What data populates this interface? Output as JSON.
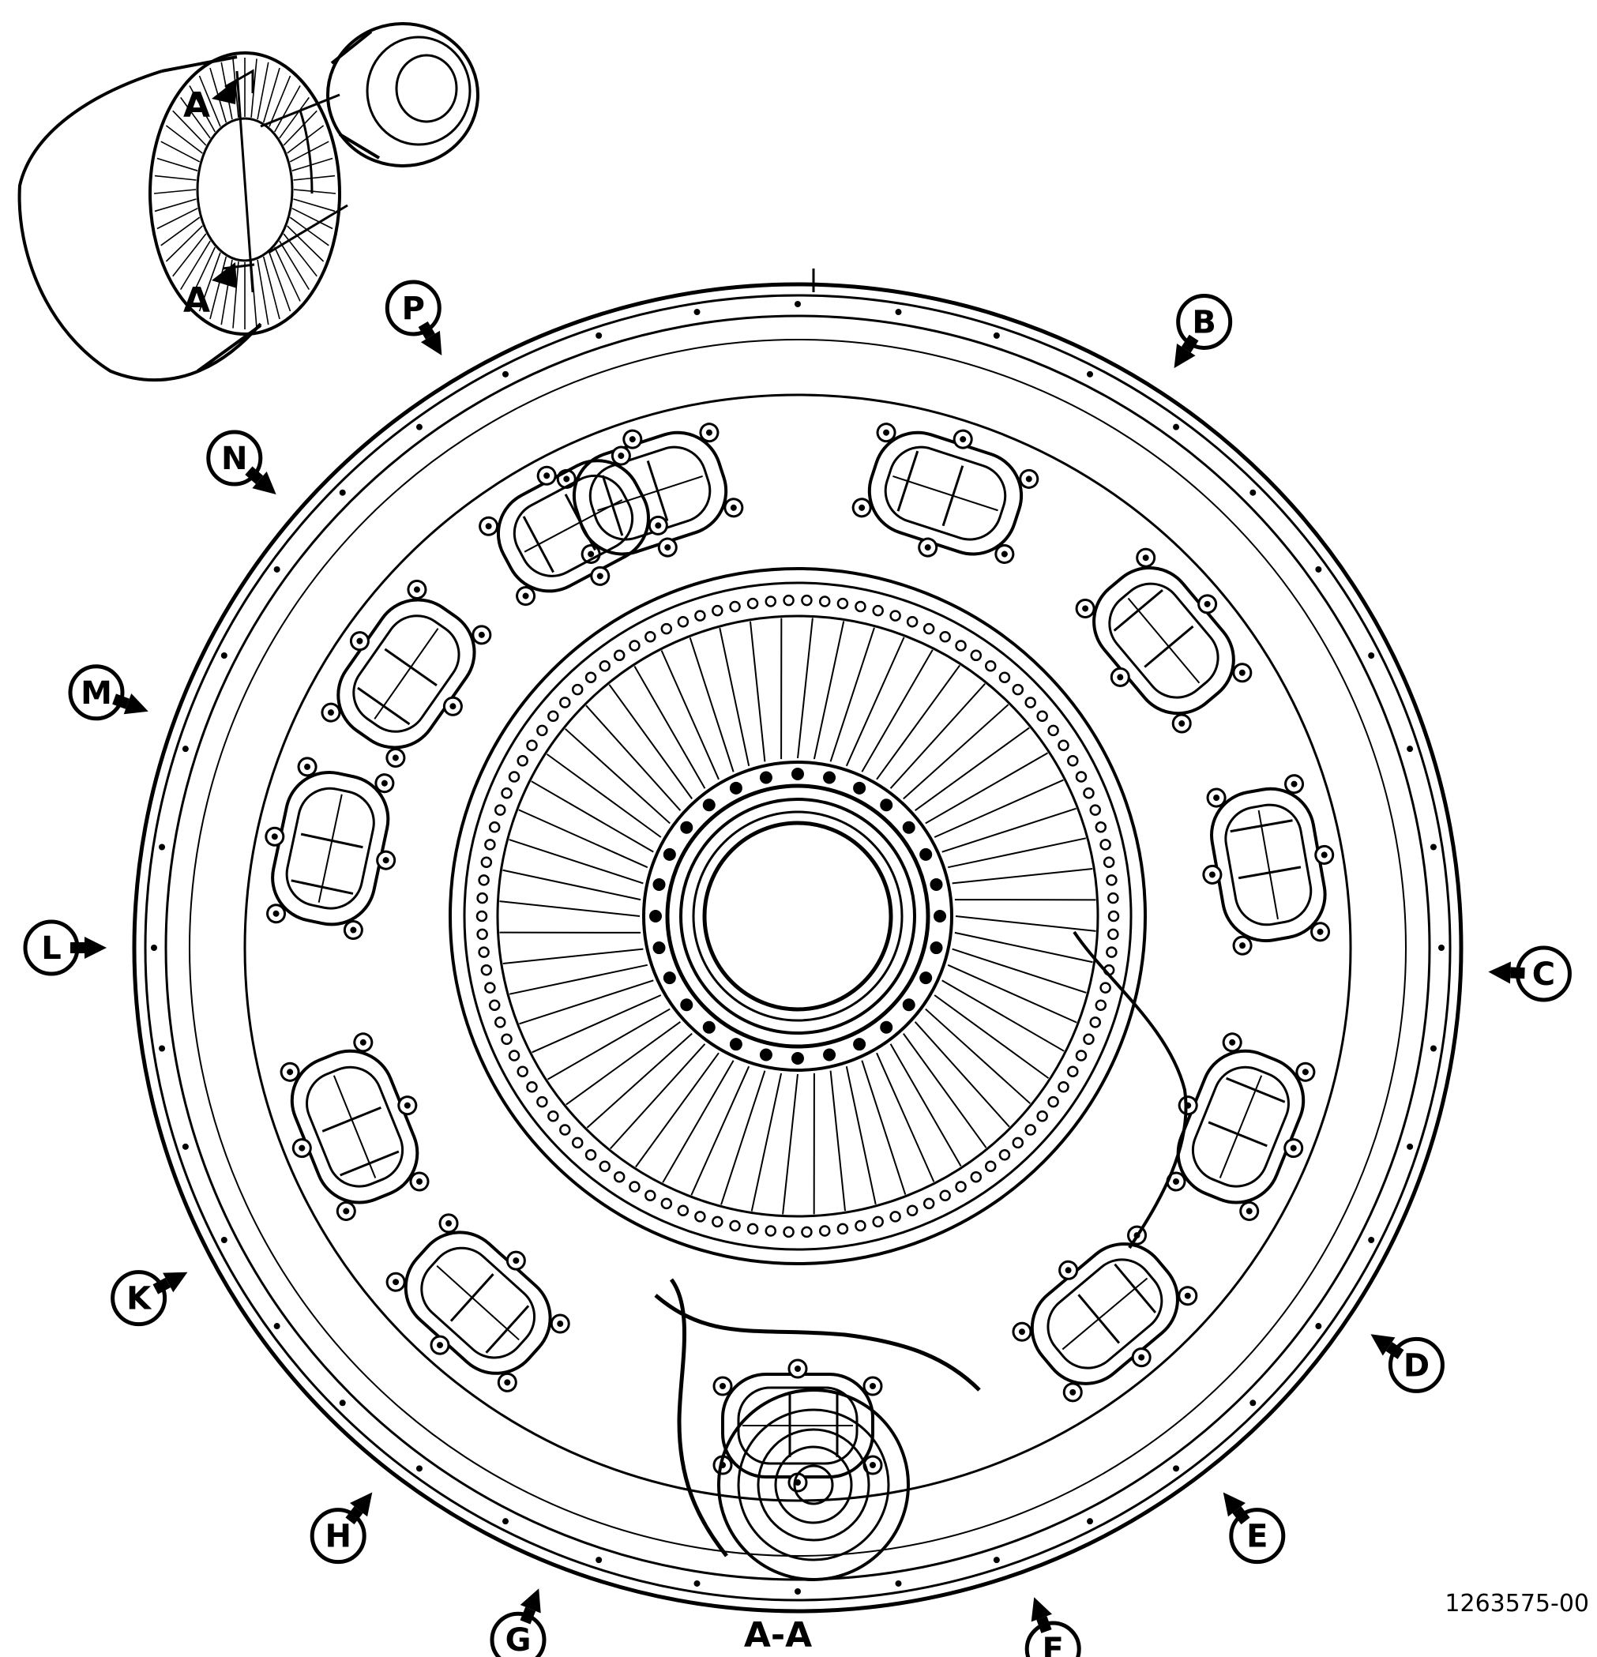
{
  "section_label": "A-A",
  "cut_marker_label": "A",
  "figure_number": "1263575-00",
  "view_callouts": [
    "B",
    "C",
    "D",
    "E",
    "F",
    "G",
    "H",
    "K",
    "L",
    "M",
    "N",
    "P"
  ],
  "colors": {
    "line": "#000000",
    "background": "#ffffff"
  }
}
